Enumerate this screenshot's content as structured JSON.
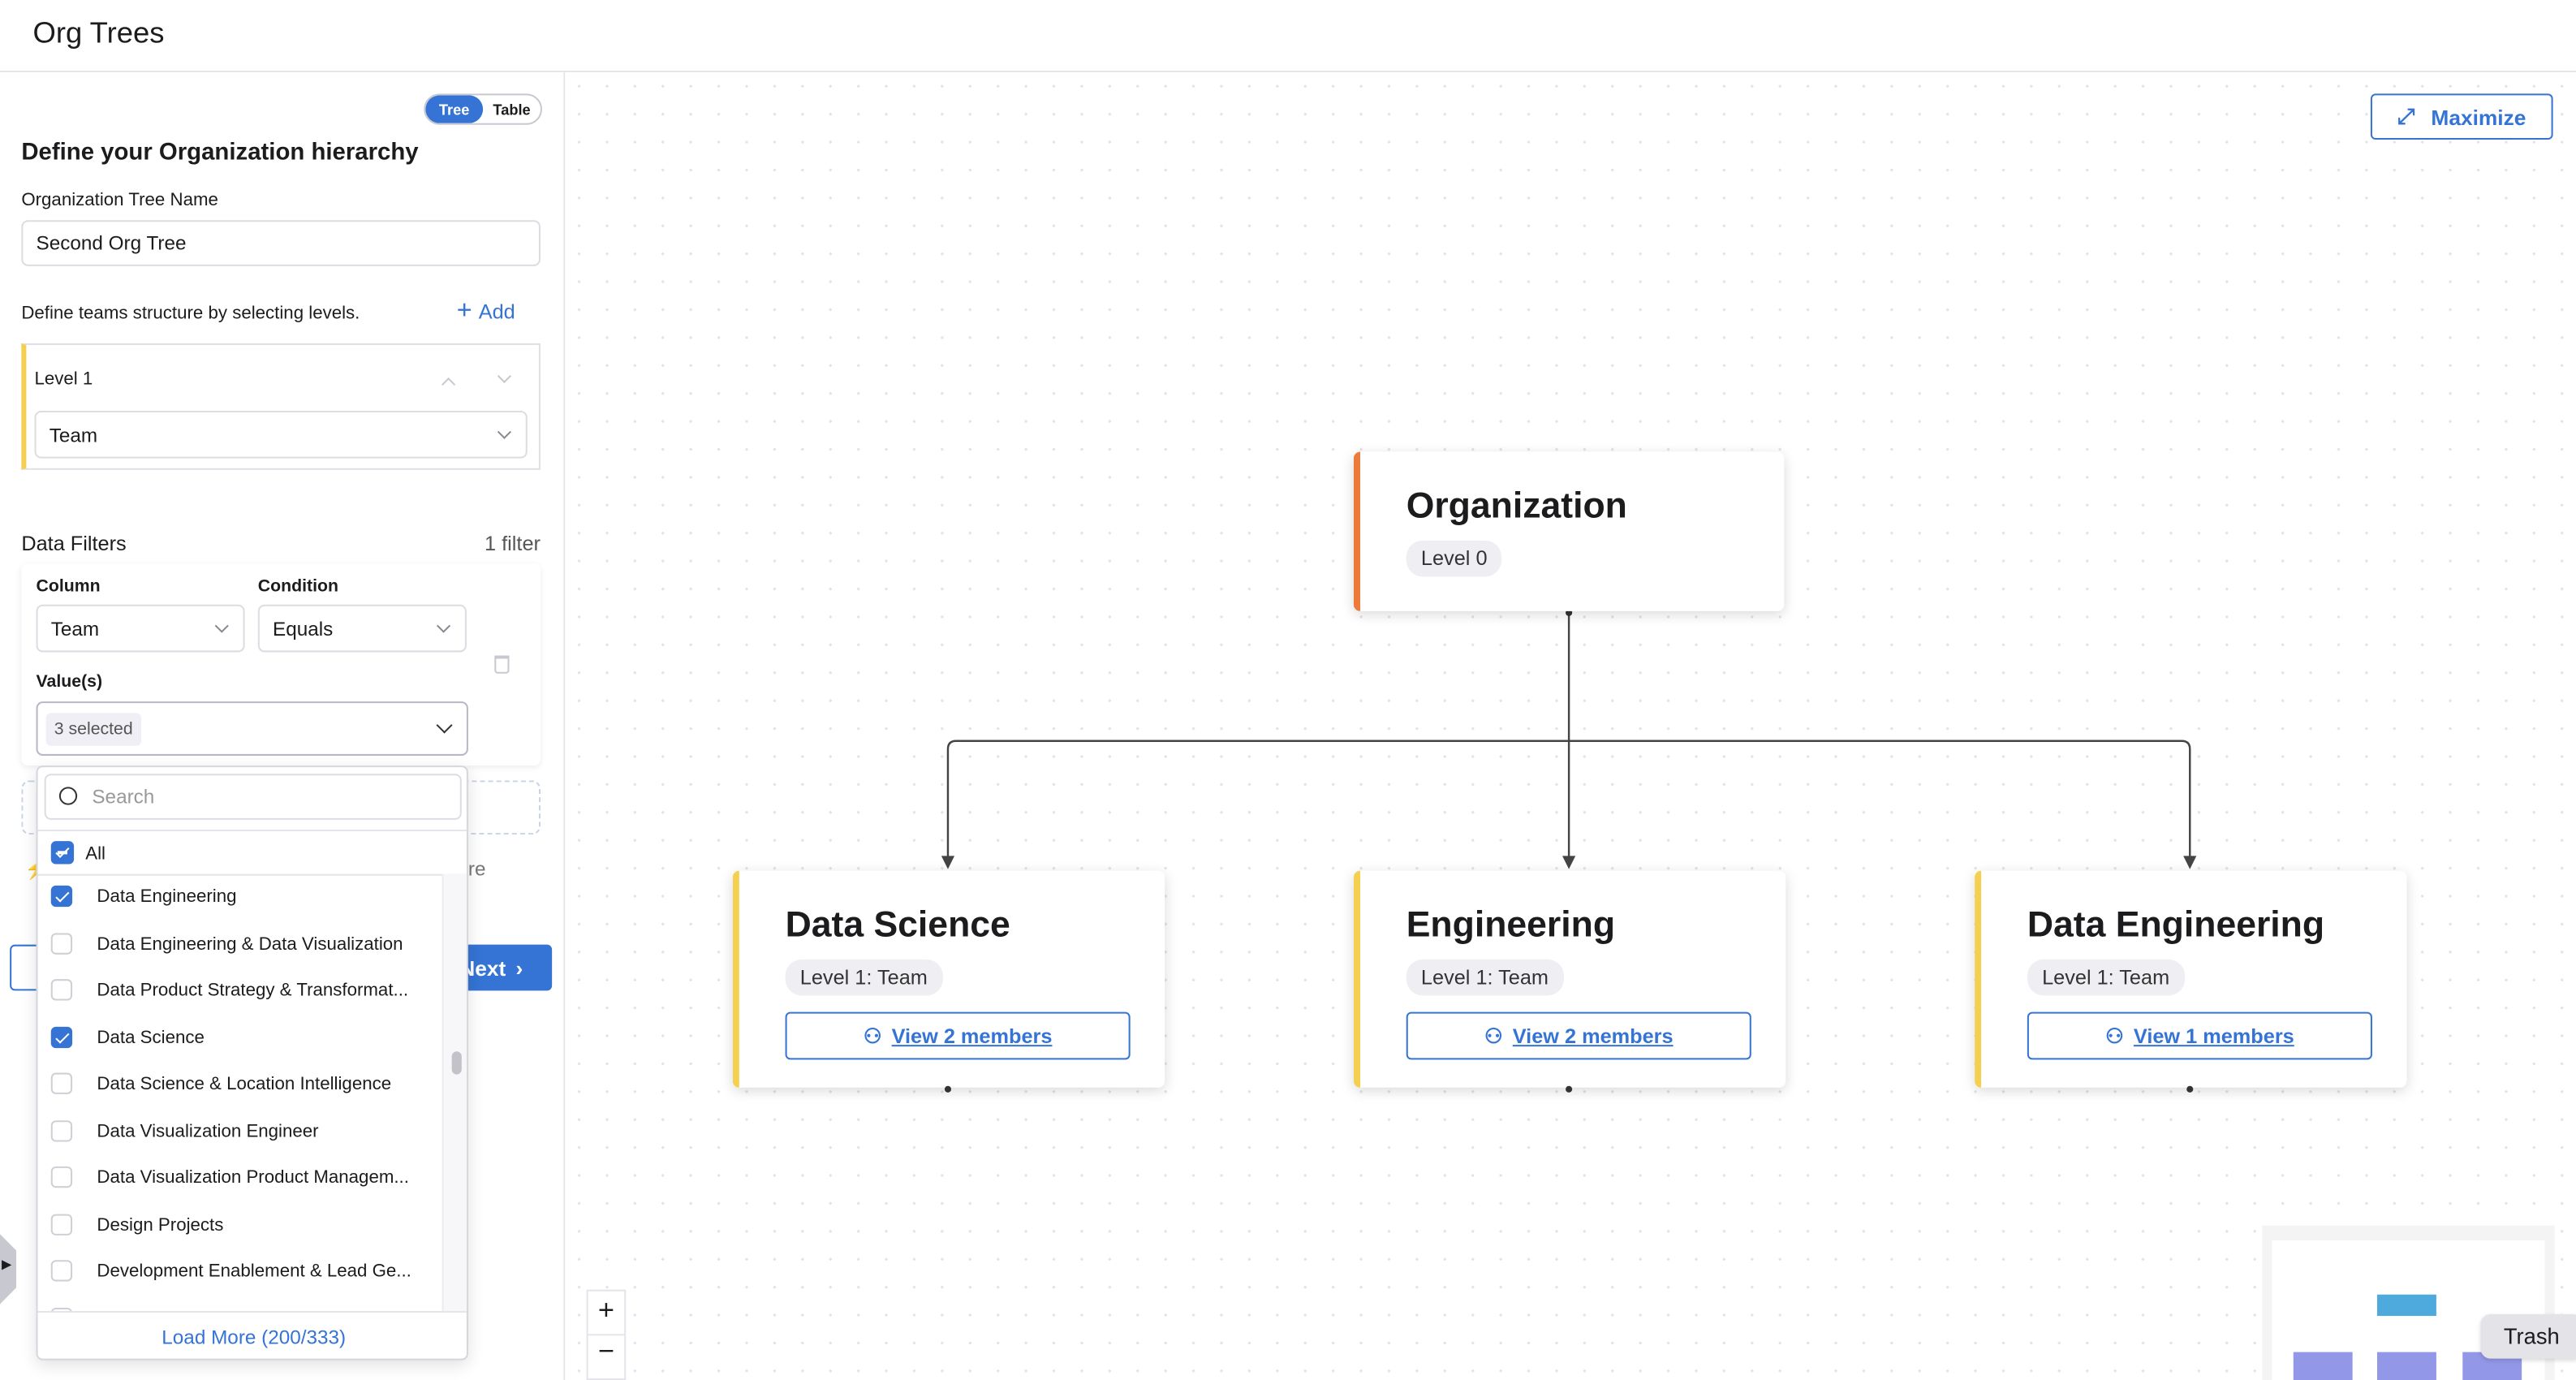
{
  "header": {
    "title": "Org Trees"
  },
  "view_toggle": {
    "options": [
      "Tree",
      "Table"
    ],
    "selected": "Tree"
  },
  "form": {
    "heading": "Define your Organization hierarchy",
    "tree_name_label": "Organization Tree Name",
    "tree_name_value": "Second Org Tree",
    "levels_hint": "Define teams structure by selecting levels.",
    "add_label": "Add",
    "levels": [
      {
        "label": "Level 1",
        "value": "Team"
      }
    ],
    "filters_heading": "Data Filters",
    "filter_count": "1 filter",
    "filter": {
      "column_label": "Column",
      "column_value": "Team",
      "condition_label": "Condition",
      "condition_value": "Equals",
      "values_label": "Value(s)",
      "values_chip": "3 selected"
    },
    "partial_text": "re",
    "next_label": "Next"
  },
  "dropdown": {
    "search_placeholder": "Search",
    "all_label": "All",
    "items": [
      {
        "label": "Data Engineering",
        "checked": true
      },
      {
        "label": "Data Engineering & Data Visualization",
        "checked": false
      },
      {
        "label": "Data Product Strategy & Transformat...",
        "checked": false
      },
      {
        "label": "Data Science",
        "checked": true
      },
      {
        "label": "Data Science & Location Intelligence",
        "checked": false
      },
      {
        "label": "Data Visualization Engineer",
        "checked": false
      },
      {
        "label": "Data Visualization Product Managem...",
        "checked": false
      },
      {
        "label": "Design Projects",
        "checked": false
      },
      {
        "label": "Development Enablement & Lead Ge...",
        "checked": false
      }
    ],
    "load_more": "Load More (200/333)"
  },
  "canvas": {
    "maximize_label": "Maximize",
    "root": {
      "title": "Organization",
      "level": "Level 0",
      "accent": "#ee7a3a"
    },
    "children": [
      {
        "title": "Data Science",
        "level": "Level 1: Team",
        "members": "View 2 members"
      },
      {
        "title": "Engineering",
        "level": "Level 1: Team",
        "members": "View 2 members"
      },
      {
        "title": "Data Engineering",
        "level": "Level 1: Team",
        "members": "View 1 members"
      }
    ],
    "child_accent": "#f5cf50",
    "zoom_in": "+",
    "zoom_out": "−",
    "tooltip": "Trash"
  },
  "colors": {
    "primary": "#3574d4"
  }
}
